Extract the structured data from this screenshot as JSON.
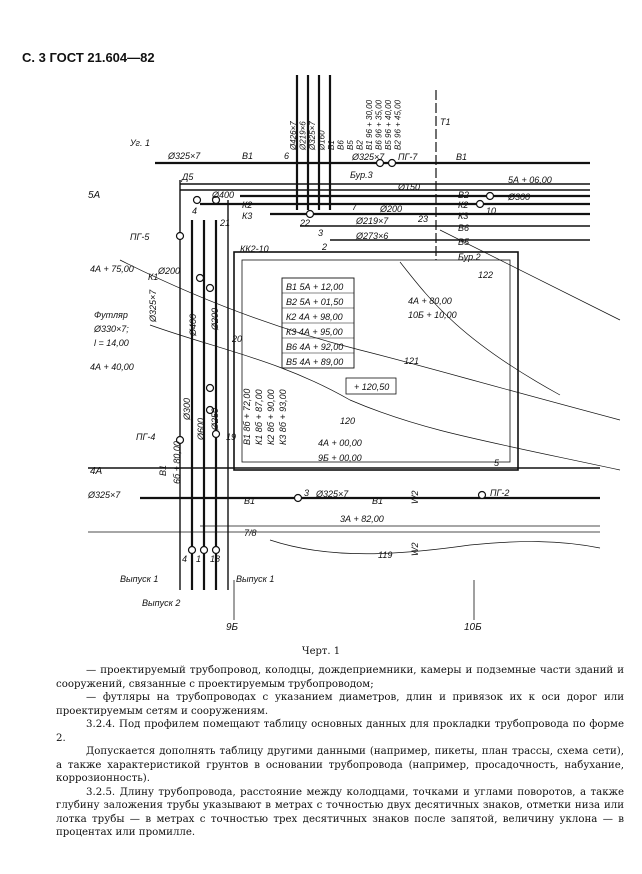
{
  "header": "С. 3 ГОСТ 21.604—82",
  "drawing": {
    "labels": {
      "ug1": "Уг. 1",
      "d325_top": "Ø325×7",
      "d325_top2": "Ø325×7",
      "v1a": "В1",
      "v1b": "В1",
      "n6": "6",
      "pg7": "ПГ-7",
      "pg5": "ПГ-5",
      "pg4": "ПГ-4",
      "pg2": "ПГ-2",
      "t1": "Т1",
      "a5": "5А",
      "a5_06": "5А + 06,00",
      "a4": "4А",
      "a4_75": "4А + 75,00",
      "a4_40": "4А + 40,00",
      "a4_80": "4А + 80,00",
      "b10_10": "10Б + 10,00",
      "a4_00": "4А + 00,00",
      "b9_00": "9Б + 00,00",
      "a3_82": "3А + 82,00",
      "d5": "Д5",
      "d400a": "Ø400",
      "k2a": "К2",
      "k3a": "К3",
      "n4": "4",
      "n21": "21",
      "n22": "22",
      "n7": "7",
      "d200a": "Ø200",
      "d219": "Ø219×7",
      "d273": "Ø273×6",
      "n23": "23",
      "n3": "3",
      "n2": "2",
      "v2": "В2",
      "k2b": "К2",
      "k3b": "К3",
      "v6": "В6",
      "v5": "В5",
      "d300": "Ø300",
      "n10": "10",
      "d150": "Ø150",
      "bur3": "Бур.3",
      "bur2": "Бур.2",
      "kk2": "КК2-10",
      "tab1": "В1 5А + 12,00",
      "tab2": "В2 5А + 01,50",
      "tab3": "К2 4А + 98,00",
      "tab4": "К3 4А + 95,00",
      "tab5": "В6 4А + 92,00",
      "tab6": "В5 4А + 89,00",
      "elev": "+ 120,50",
      "c122": "122",
      "c121": "121",
      "c120": "120",
      "c119": "119",
      "futlyar": "Футляр",
      "f330": "Ø330×7;",
      "l14": "l = 14,00",
      "d200b": "Ø200",
      "d200c": "Ø200",
      "d400b": "Ø400",
      "k1": "К1",
      "d325_left": "Ø325×7",
      "d300b": "Ø300",
      "d600": "Ø600",
      "d250": "Ø250",
      "n20": "20",
      "n19": "19",
      "n5": "5",
      "v1_86": "В1 8б + 72,00",
      "k1_86": "К1 8б + 87,00",
      "k2_86": "К2 8б + 90,00",
      "k3_86": "К3 8б + 93,00",
      "b6_80": "6б + 80,00",
      "d325_bot": "Ø325×7",
      "d325_bot2": "Ø325×7",
      "v1c": "В1",
      "v1d": "В1",
      "v1e": "В1",
      "w2a": "W2",
      "w2b": "W2",
      "frac78": "7/8",
      "n18": "18",
      "n1": "1",
      "vyp1a": "Выпуск 1",
      "vyp1b": "Выпуск 1",
      "vyp2": "Выпуск 2",
      "b9": "9Б",
      "b10": "10Б",
      "vert_top": [
        "Ø426×7",
        "Ø219×6",
        "Ø325×7",
        "Ø160",
        "В1",
        "В6",
        "В5",
        "В2",
        "В1 96 + 30,00",
        "В6 96 + 35,00",
        "В5 96 + 40,00",
        "В2 96 + 45,00"
      ]
    }
  },
  "caption": "Черт. 1",
  "paragraphs": [
    "— проектируемый трубопровод, колодцы, дождеприемники, камеры и подземные части зданий и сооружений, связанные с проектируемым трубопроводом;",
    "— футляры на трубопроводах с указанием диаметров, длин и привязок их к оси дорог или проектируемым сетям и сооружениям.",
    "3.2.4. Под профилем помещают таблицу основных данных для прокладки трубопровода по форме 2.",
    "Допускается дополнять таблицу другими данными (например, пикеты, план трассы, схема сети), а также характеристикой грунтов в основании трубопровода (например, просадочность, набухание, коррозионность).",
    "3.2.5. Длину трубопровода, расстояние между колодцами, точками и углами поворотов, а также глубину заложения трубы указывают в метрах с точностью двух десятичных знаков, отметки низа или лотка трубы — в метрах с точностью трех десятичных знаков после запятой, величину уклона — в процентах или промилле."
  ]
}
